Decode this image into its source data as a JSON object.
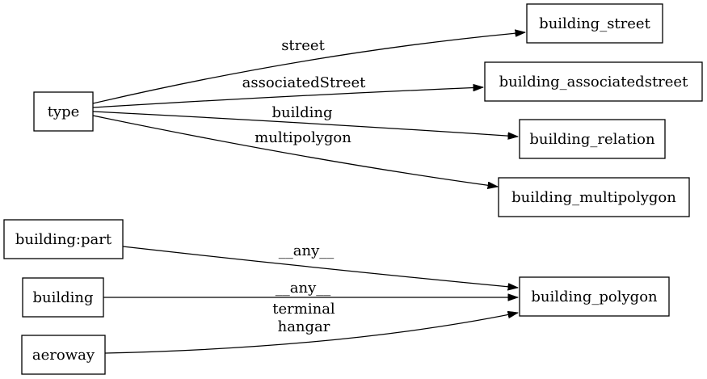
{
  "diagram": {
    "kind": "directed-graph",
    "background_color": "#ffffff",
    "node_fill_color": "#ffffff",
    "node_border_color": "#000000",
    "edge_color": "#000000",
    "text_color": "#000000",
    "nodes": [
      {
        "id": "type",
        "label": "type"
      },
      {
        "id": "building_street",
        "label": "building_street"
      },
      {
        "id": "building_associatedstreet",
        "label": "building_associatedstreet"
      },
      {
        "id": "building_relation",
        "label": "building_relation"
      },
      {
        "id": "building_multipolygon",
        "label": "building_multipolygon"
      },
      {
        "id": "building:part",
        "label": "building:part"
      },
      {
        "id": "building",
        "label": "building"
      },
      {
        "id": "aeroway",
        "label": "aeroway"
      },
      {
        "id": "building_polygon",
        "label": "building_polygon"
      }
    ],
    "edges": [
      {
        "from": "type",
        "to": "building_street",
        "label": "street"
      },
      {
        "from": "type",
        "to": "building_associatedstreet",
        "label": "associatedStreet"
      },
      {
        "from": "type",
        "to": "building_relation",
        "label": "building"
      },
      {
        "from": "type",
        "to": "building_multipolygon",
        "label": "multipolygon"
      },
      {
        "from": "building:part",
        "to": "building_polygon",
        "label": "__any__"
      },
      {
        "from": "building",
        "to": "building_polygon",
        "label": "__any__"
      },
      {
        "from": "aeroway",
        "to": "building_polygon",
        "label_lines": [
          "terminal",
          "hangar"
        ]
      }
    ]
  }
}
